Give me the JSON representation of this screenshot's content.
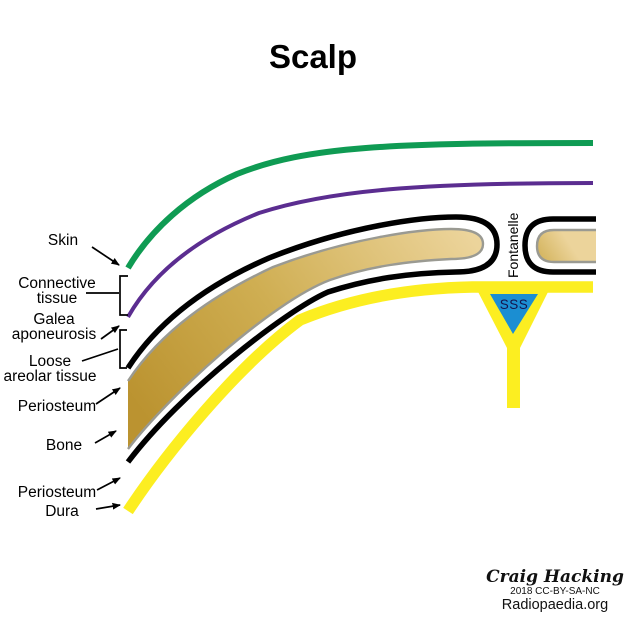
{
  "title": "Scalp",
  "labels": {
    "skin": "Skin",
    "connective": [
      "Connective",
      "tissue"
    ],
    "galea": [
      "Galea",
      "aponeurosis"
    ],
    "loose": [
      "Loose",
      "areolar tissue"
    ],
    "periosteum_upper": "Periosteum",
    "bone": "Bone",
    "periosteum_lower": "Periosteum",
    "dura": "Dura",
    "fontanelle": "Fontanelle",
    "sss": "SSS"
  },
  "credits": {
    "author": "Craig Hacking",
    "license": "2018 CC-BY-SA-NC",
    "source": "Radiopaedia.org"
  },
  "colors": {
    "skin_green": "#0f9b53",
    "galea_purple": "#5b2d90",
    "periosteum_black": "#000000",
    "bone_dark": "#bb9330",
    "bone_mid": "#cfae52",
    "bone_light": "#ecd49b",
    "bone_outline_gray": "#9a9a92",
    "dura_yellow": "#fcee21",
    "sss_blue": "#1b8ed2",
    "sss_text": "#14144d"
  }
}
